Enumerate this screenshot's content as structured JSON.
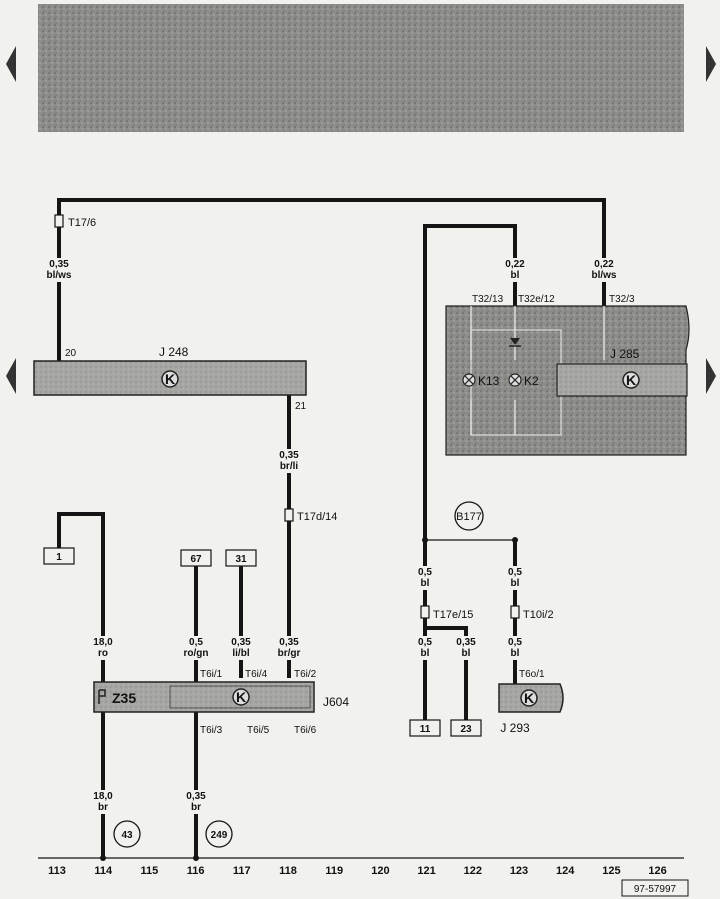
{
  "wires": {
    "w1": {
      "size": "0,35",
      "color": "bl/ws"
    },
    "w2": {
      "size": "0,35",
      "color": "br/li"
    },
    "w3": {
      "size": "0,22",
      "color": "bl"
    },
    "w4": {
      "size": "0,22",
      "color": "bl/ws"
    },
    "w5": {
      "size": "18,0",
      "color": "ro"
    },
    "w6": {
      "size": "0,5",
      "color": "ro/gn"
    },
    "w7": {
      "size": "0,35",
      "color": "li/bl"
    },
    "w8": {
      "size": "0,35",
      "color": "br/gr"
    },
    "w9": {
      "size": "18,0",
      "color": "br"
    },
    "w10": {
      "size": "0,35",
      "color": "br"
    },
    "w11": {
      "size": "0,5",
      "color": "bl"
    },
    "w12": {
      "size": "0,5",
      "color": "bl"
    },
    "w13": {
      "size": "0,5",
      "color": "bl"
    },
    "w14": {
      "size": "0,35",
      "color": "bl"
    },
    "w15": {
      "size": "0,5",
      "color": "bl"
    }
  },
  "connectors": {
    "t17_6": "T17/6",
    "t17d_14": "T17d/14",
    "t32_13": "T32/13",
    "t32e_12": "T32e/12",
    "t32_3": "T32/3",
    "t17e_15": "T17e/15",
    "t10i_2": "T10i/2",
    "t6i_1": "T6i/1",
    "t6i_4": "T6i/4",
    "t6i_2": "T6i/2",
    "t6i_3": "T6i/3",
    "t6i_5": "T6i/5",
    "t6i_6": "T6i/6",
    "t6o_1": "T6o/1"
  },
  "pins": {
    "p20": "20",
    "p21": "21"
  },
  "components": {
    "j248": "J 248",
    "j285": "J 285",
    "j604": "J604",
    "j293": "J 293",
    "z35": "Z35",
    "k13": "K13",
    "k2": "K2",
    "k": "K",
    "b177": "B177"
  },
  "boxes": {
    "b1": "1",
    "b67": "67",
    "b31": "31",
    "b11": "11",
    "b23": "23"
  },
  "grounds": {
    "g43": "43",
    "g249": "249"
  },
  "scale": [
    "113",
    "114",
    "115",
    "116",
    "117",
    "118",
    "119",
    "120",
    "121",
    "122",
    "123",
    "124",
    "125",
    "126"
  ],
  "ref": "97-57997",
  "colors": {
    "ink": "#151515",
    "component_fill": "#a9a9a6",
    "panel_fill": "#9c9c99",
    "header_fill": "#8a8a87",
    "paper": "#f1f1ee"
  }
}
